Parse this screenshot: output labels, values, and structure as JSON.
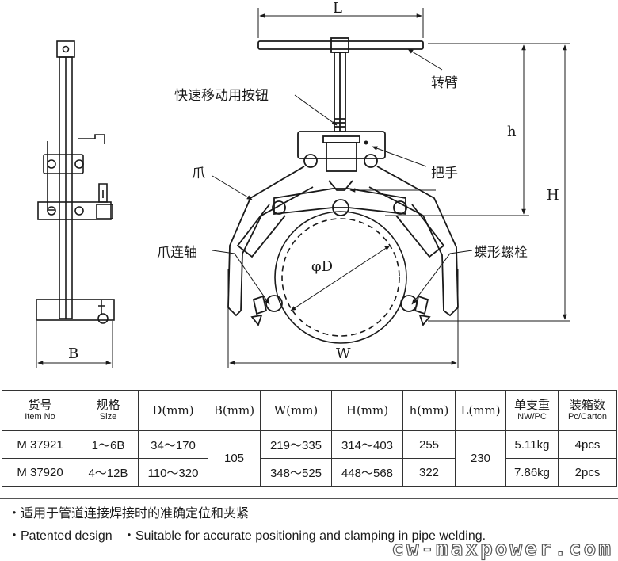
{
  "drawing": {
    "labels": {
      "quick_button": "快速移动用按钮",
      "rotating_arm": "转臂",
      "handle": "把手",
      "claw": "爪",
      "claw_shaft": "爪连轴",
      "wing_bolt": "蝶形螺栓"
    },
    "dims": {
      "L": "L",
      "h": "h",
      "H": "H",
      "B": "B",
      "W": "W",
      "D": "φD"
    }
  },
  "table": {
    "headers": [
      {
        "zh": "货号",
        "en": "Item No"
      },
      {
        "zh": "规格",
        "en": "Size"
      },
      {
        "zh": "D(mm)",
        "en": ""
      },
      {
        "zh": "B(mm)",
        "en": ""
      },
      {
        "zh": "W(mm)",
        "en": ""
      },
      {
        "zh": "H(mm)",
        "en": ""
      },
      {
        "zh": "h(mm)",
        "en": ""
      },
      {
        "zh": "L(mm)",
        "en": ""
      },
      {
        "zh": "单支重",
        "en": "NW/PC"
      },
      {
        "zh": "装箱数",
        "en": "Pc/Carton"
      }
    ],
    "shared": {
      "B": "105",
      "L": "230"
    },
    "rows": [
      {
        "item": "M 37921",
        "size": "1～6B",
        "D": "34～170",
        "W": "219～335",
        "H": "314～403",
        "h": "255",
        "nw": "5.11kg",
        "pc": "4pcs"
      },
      {
        "item": "M 37920",
        "size": "4～12B",
        "D": "110～320",
        "W": "348～525",
        "H": "448～568",
        "h": "322",
        "nw": "7.86kg",
        "pc": "2pcs"
      }
    ]
  },
  "notes": {
    "line1": "・适用于管道连接焊接时的准确定位和夹紧",
    "line2_a": "・Patented design",
    "line2_b": "・Suitable for accurate positioning and clamping in pipe welding."
  },
  "watermark": "cw-maxpower.com"
}
